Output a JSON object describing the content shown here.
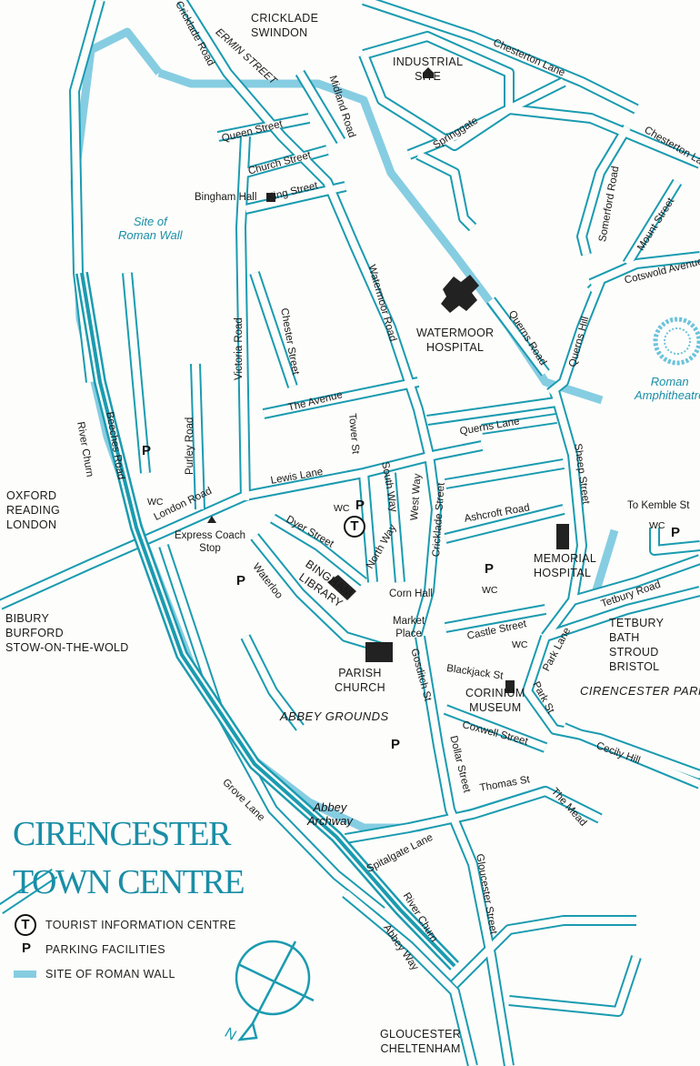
{
  "title": {
    "line1": "CIRENCESTER",
    "line2": "TOWN CENTRE"
  },
  "legend": [
    {
      "icon": "tourist-info-icon",
      "symbol": "T",
      "label": "TOURIST INFORMATION CENTRE"
    },
    {
      "icon": "parking-icon",
      "symbol": "P",
      "label": "PARKING FACILITIES"
    },
    {
      "icon": "roman-wall-swatch",
      "label": "SITE OF ROMAN WALL"
    }
  ],
  "colors": {
    "road": "#1a9bb0",
    "roman_wall": "#86cde2",
    "buildings": "#222222",
    "background": "#fdfdfb"
  },
  "destinations": {
    "north": "CRICKLADE\nSWINDON",
    "east": "OXFORD\nREADING\nLONDON",
    "west": "BIBURY\nBURFORD\nSTOW-ON-THE-WOLD",
    "southeast": "TETBURY\nBATH\nSTROUD\nBRISTOL",
    "south": "GLOUCESTER\nCHELTENHAM"
  },
  "places": {
    "industrial_site": "INDUSTRIAL\nSITE",
    "watermoor_hospital": "WATERMOOR\nHOSPITAL",
    "memorial_hospital": "MEMORIAL\nHOSPITAL",
    "bingham_library": "BINGHAM\nLIBRARY",
    "parish_church": "PARISH\nCHURCH",
    "corinium_museum": "CORINIUM\nMUSEUM",
    "bingham_hall": "Bingham Hall",
    "express_coach_stop": "Express Coach\nStop",
    "corn_hall": "Corn Hall",
    "market_place": "Market\nPlace",
    "to_kemble": "To Kemble St",
    "site_roman_wall": "Site of\nRoman Wall",
    "roman_amphitheatre": "Roman\nAmphitheatre",
    "abbey_archway": "Abbey\nArchway",
    "abbey_grounds": "ABBEY GROUNDS",
    "cirencester_park": "CIRENCESTER PARK"
  },
  "streets": {
    "cricklade_road": "Cricklade Road",
    "ermin_street": "ERMIN STREET",
    "midland_road": "Midland Road",
    "chesterton_lane_1": "Chesterton Lane",
    "chesterton_lane_2": "Chesterton Lane",
    "queen_street": "Queen Street",
    "church_street": "Church Street",
    "king_street": "King Street",
    "springgate": "Springgate",
    "somerford_road": "Somerford Road",
    "mount_street": "Mount Street",
    "cotswold_avenue": "Cotswold Avenue",
    "watermoor_road": "Watermoor Road",
    "chester_street": "Chester Street",
    "victoria_road": "Victoria Road",
    "querns_road": "Querns Road",
    "querns_hill": "Querns Hill",
    "the_avenue": "The Avenue",
    "tower_st": "Tower St",
    "querns_lane": "Querns Lane",
    "beeches_road": "Beeches Road",
    "river_churn_1": "River Churn",
    "purley_road": "Purley Road",
    "lewis_lane": "Lewis Lane",
    "south_way": "South Way",
    "west_way": "West Way",
    "cricklade_street": "Cricklade Street",
    "sheep_street": "Sheep Street",
    "london_road": "London Road",
    "dyer_street": "Dyer Street",
    "north_way": "North Way",
    "ashcroft_road": "Ashcroft Road",
    "waterloo": "Waterloo",
    "tetbury_road": "Tetbury Road",
    "castle_street": "Castle Street",
    "park_lane": "Park Lane",
    "gosditch_st": "Gosditch St",
    "blackjack_st": "Blackjack St",
    "park_st": "Park St",
    "coxwell_street": "Coxwell Street",
    "cecily_hill": "Cecily Hill",
    "dollar_street": "Dollar Street",
    "thomas_st": "Thomas St",
    "the_mead": "The Mead",
    "grove_lane": "Grove Lane",
    "spitalgate_lane": "Spitalgate Lane",
    "gloucester_street": "Gloucester Street",
    "river_churn_2": "River Churn",
    "abbey_way": "Abbey Way"
  },
  "symbols": {
    "parking": "P",
    "wc": "WC",
    "tourist": "T",
    "north": "N"
  }
}
